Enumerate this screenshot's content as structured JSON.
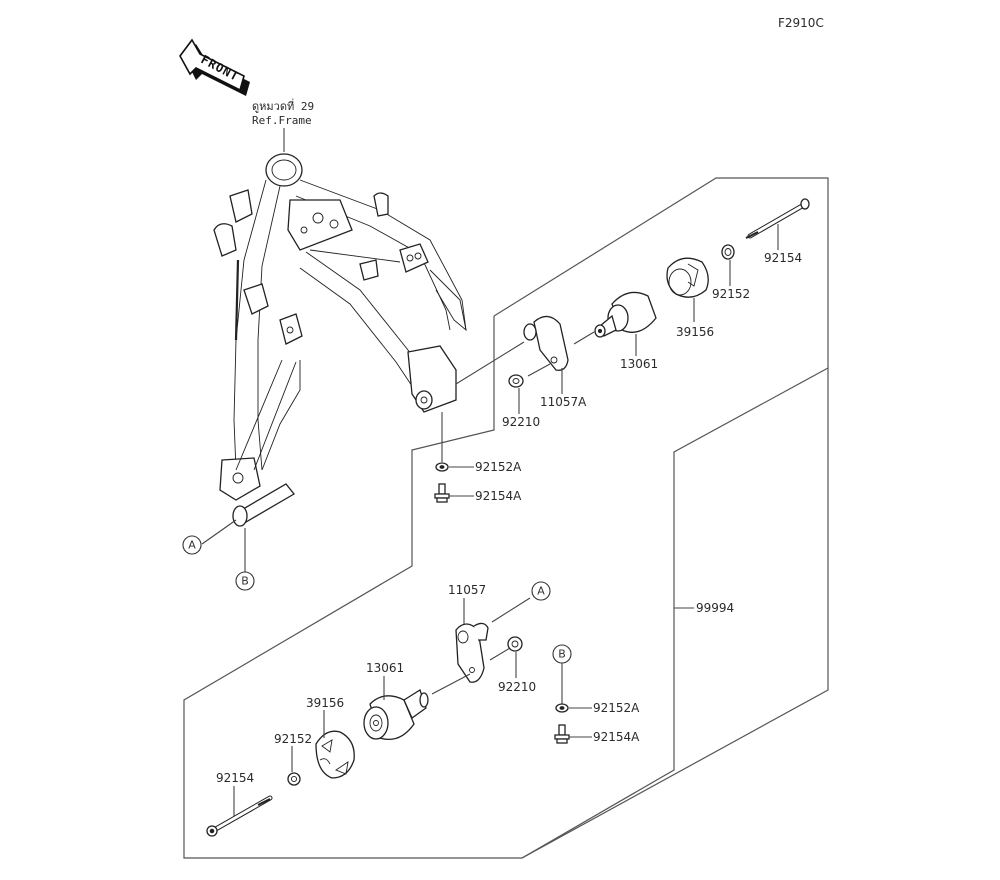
{
  "diagram_code": "F2910C",
  "front_arrow": {
    "label": "FRONT"
  },
  "frame_reference": {
    "line1": "ดูหมวดที่ 29",
    "line2": "Ref.Frame"
  },
  "kit_label": "99994",
  "callouts": {
    "a": "A",
    "b": "B"
  },
  "upper_assembly": {
    "parts": [
      {
        "number": "92154",
        "name": "bolt"
      },
      {
        "number": "92152",
        "name": "collar"
      },
      {
        "number": "39156",
        "name": "cap"
      },
      {
        "number": "13061",
        "name": "slider"
      },
      {
        "number": "11057A",
        "name": "bracket"
      },
      {
        "number": "92210",
        "name": "nut"
      },
      {
        "number": "92152A",
        "name": "washer"
      },
      {
        "number": "92154A",
        "name": "bolt"
      }
    ]
  },
  "lower_assembly": {
    "parts": [
      {
        "number": "11057",
        "name": "bracket"
      },
      {
        "number": "92210",
        "name": "nut"
      },
      {
        "number": "13061",
        "name": "slider"
      },
      {
        "number": "39156",
        "name": "cap"
      },
      {
        "number": "92152",
        "name": "collar"
      },
      {
        "number": "92154",
        "name": "bolt"
      },
      {
        "number": "92152A",
        "name": "washer"
      },
      {
        "number": "92154A",
        "name": "bolt"
      }
    ]
  }
}
